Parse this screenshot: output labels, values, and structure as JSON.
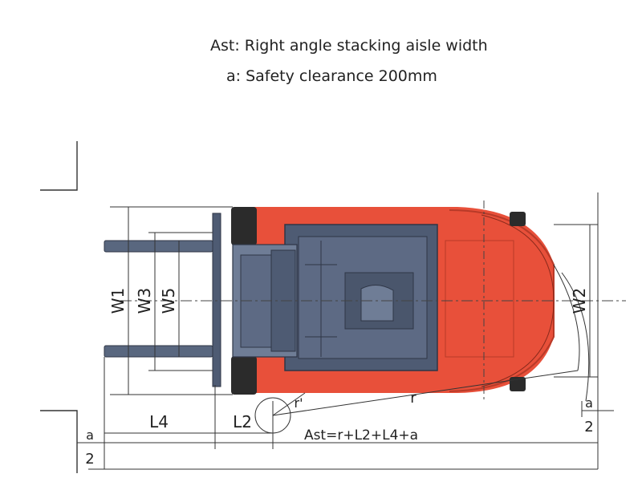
{
  "titles": {
    "line1": "Ast: Right angle stacking aisle width",
    "line2": "a: Safety clearance 200mm"
  },
  "dimensions": {
    "w1": "W1",
    "w3": "W3",
    "w5": "W5",
    "w2": "W2",
    "l4": "L4",
    "l2": "L2",
    "r": "r",
    "r_prime": "r'",
    "a_left": "a",
    "a_right": "a",
    "half_left": "2",
    "half_right": "2",
    "formula": "Ast=r+L2+L4+a"
  },
  "colors": {
    "body": "#e8503a",
    "body_dark": "#c73a28",
    "frame": "#4e5b73",
    "frame_light": "#6f7d96",
    "tire": "#2b2b2b",
    "line": "#333333"
  }
}
